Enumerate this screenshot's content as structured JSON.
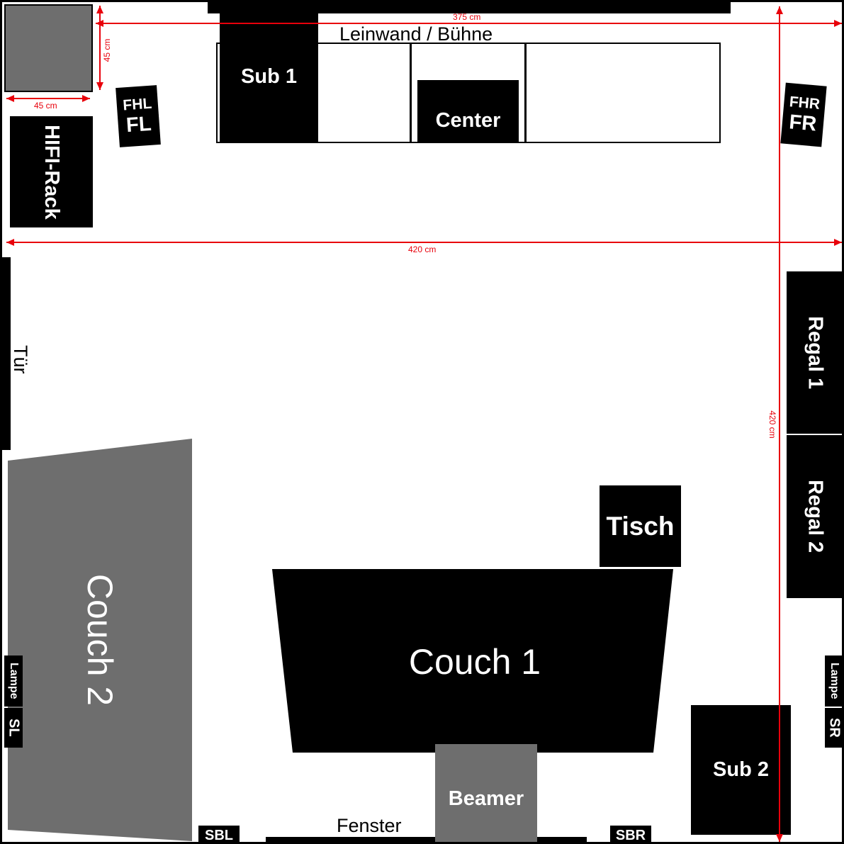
{
  "room": {
    "stage_label": "Leinwand / Bühne",
    "door_label": "Tür",
    "window_label": "Fenster"
  },
  "furniture": {
    "sub1": "Sub 1",
    "sub2": "Sub 2",
    "center": "Center",
    "fhl": "FHL",
    "fl": "FL",
    "fhr": "FHR",
    "fr": "FR",
    "hifi_rack": "HIFI-Rack",
    "regal1": "Regal 1",
    "regal2": "Regal 2",
    "tisch": "Tisch",
    "couch1": "Couch 1",
    "couch2": "Couch 2",
    "beamer": "Beamer",
    "lamp_left": "Lampe",
    "lamp_right": "Lampe",
    "sl": "SL",
    "sr": "SR",
    "sbl": "SBL",
    "sbr": "SBR"
  },
  "dimensions": {
    "top_width": "375 cm",
    "full_width": "420 cm",
    "full_depth": "420 cm",
    "corner_height": "45 cm",
    "corner_width": "45 cm"
  },
  "colors": {
    "furniture": "#000000",
    "secondary_furniture": "#6e6e6e",
    "dimension_lines": "#e8000b"
  }
}
